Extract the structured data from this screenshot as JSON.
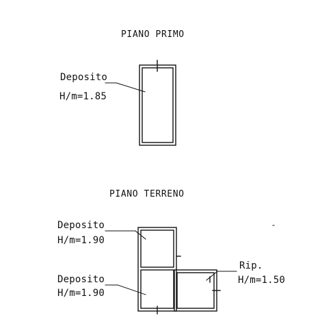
{
  "piano_primo": {
    "title": "PIANO PRIMO",
    "rooms": [
      {
        "name": "Deposito",
        "height": "H/m=1.85"
      }
    ]
  },
  "piano_terreno": {
    "title": "PIANO TERRENO",
    "rooms": [
      {
        "name": "Deposito",
        "height": "H/m=1.90"
      },
      {
        "name": "Deposito",
        "height": "H/m=1.90"
      },
      {
        "name": "Rip.",
        "height": "H/m=1.50"
      }
    ]
  },
  "colors": {
    "line": "#111111",
    "background": "#ffffff"
  }
}
